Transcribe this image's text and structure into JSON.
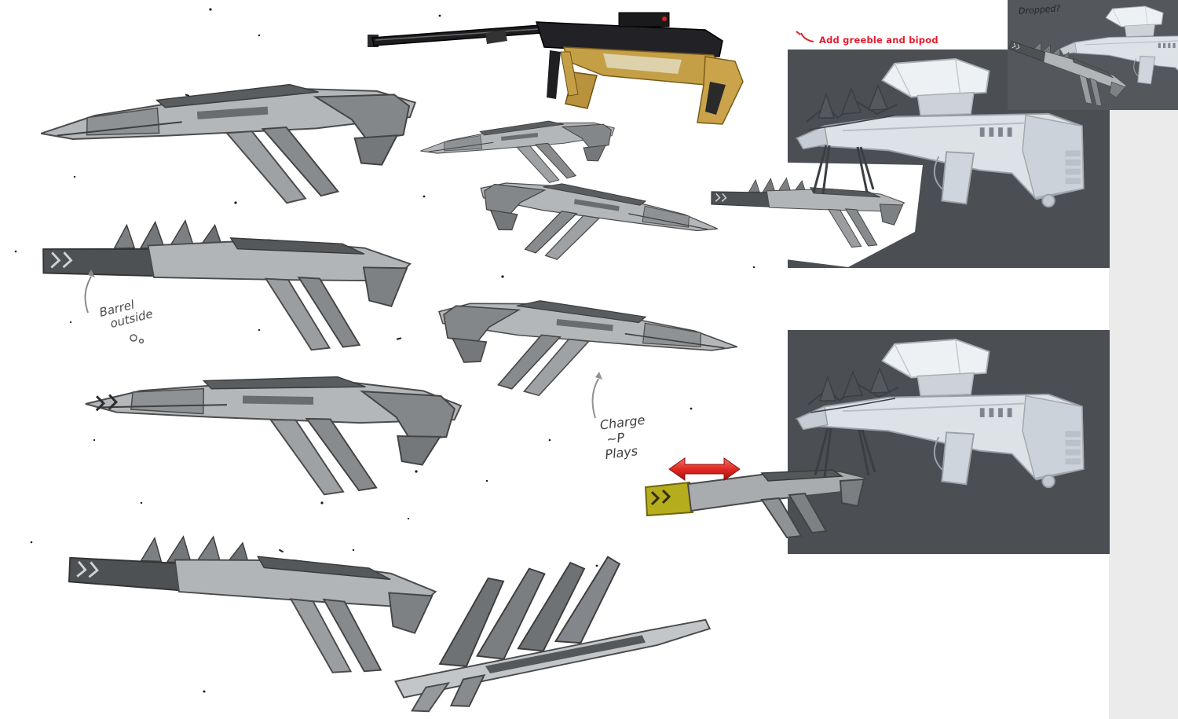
{
  "document": {
    "type": "weapon-concept-art-sheet",
    "subject": "sniper-rifle-concept-iterations"
  },
  "annotations": {
    "greeble_note": "Add greeble and bipod",
    "dropped_note": "Dropped?",
    "barrel_note": {
      "line1": "Barrel",
      "line2": "outside"
    },
    "charge_note": {
      "line1": "Charge",
      "line2": "~P",
      "line3": "Plays"
    }
  },
  "colors": {
    "background": "#ffffff",
    "panel_dark": "#4b4e52",
    "panel_corner": "#54575b",
    "right_strip": "#ebebeb",
    "red_accent": "#e8192c",
    "yellow_accent": "#b6ad1c",
    "gold_accent": "#c59f45",
    "render_body": "#dde2e7",
    "sketch_gray": "#b4b7ba"
  },
  "icons": {
    "swap_arrow": "double-headed-horizontal-arrow",
    "barrel_arrow": "curved-up-arrow",
    "charge_arrow": "curved-up-arrow",
    "greeble_pointer": "red-swoosh-pointer"
  }
}
